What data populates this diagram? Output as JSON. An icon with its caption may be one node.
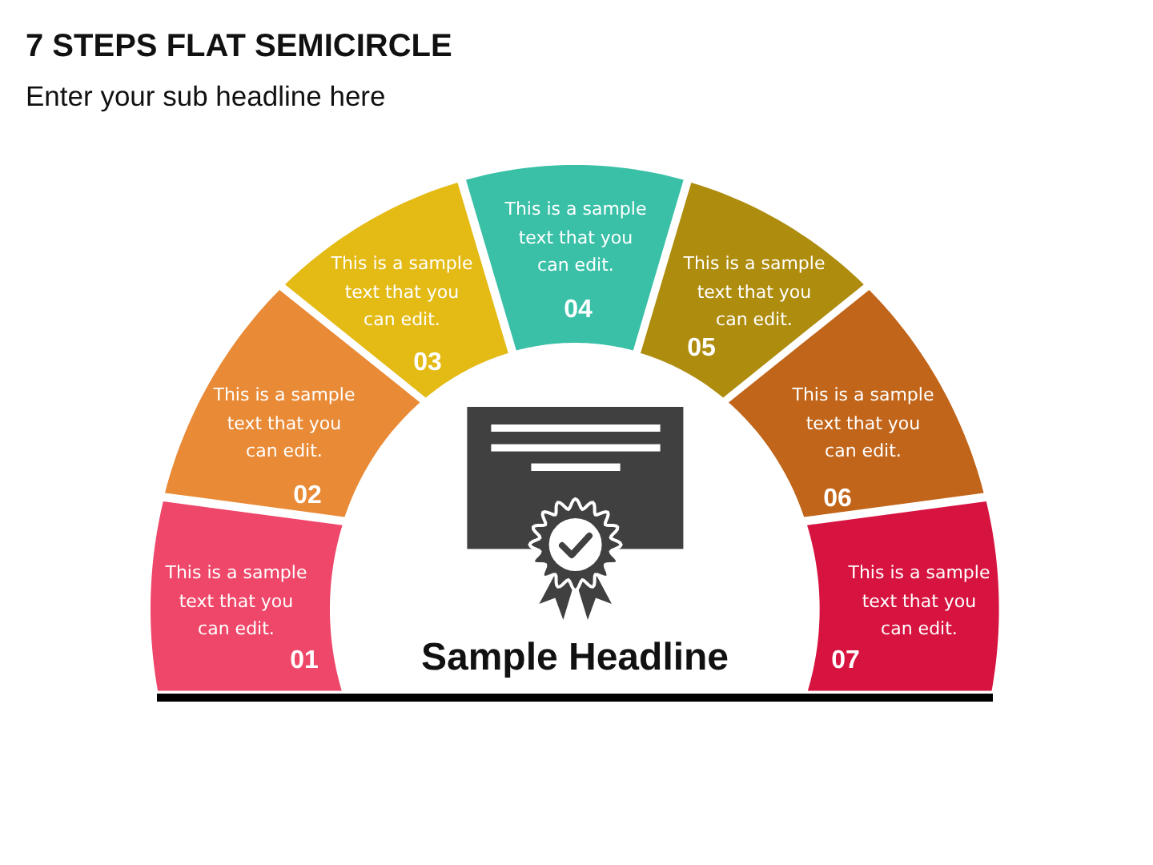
{
  "diagram": {
    "title": "7 STEPS FLAT SEMICIRCLE",
    "nodes": [
      {
        "text": [
          "This is a sample text that you can edit.",
          "01"
        ]
      },
      {
        "text": [
          "This is a sample text that you can edit.",
          "02"
        ]
      },
      {
        "text": [
          "This is a sample text that you can edit.",
          "03"
        ]
      },
      {
        "text": [
          "This is a sample text that you can edit.",
          "04"
        ]
      },
      {
        "text": [
          "This is a sample text that you can edit.",
          "05"
        ]
      },
      {
        "text": [
          "This is a sample text that you can edit.",
          "06"
        ]
      },
      {
        "text": [
          "This is a sample text that you can edit.",
          "07"
        ]
      }
    ],
    "labels": [
      "Enter your sub headline here",
      "Sample Headline"
    ]
  }
}
